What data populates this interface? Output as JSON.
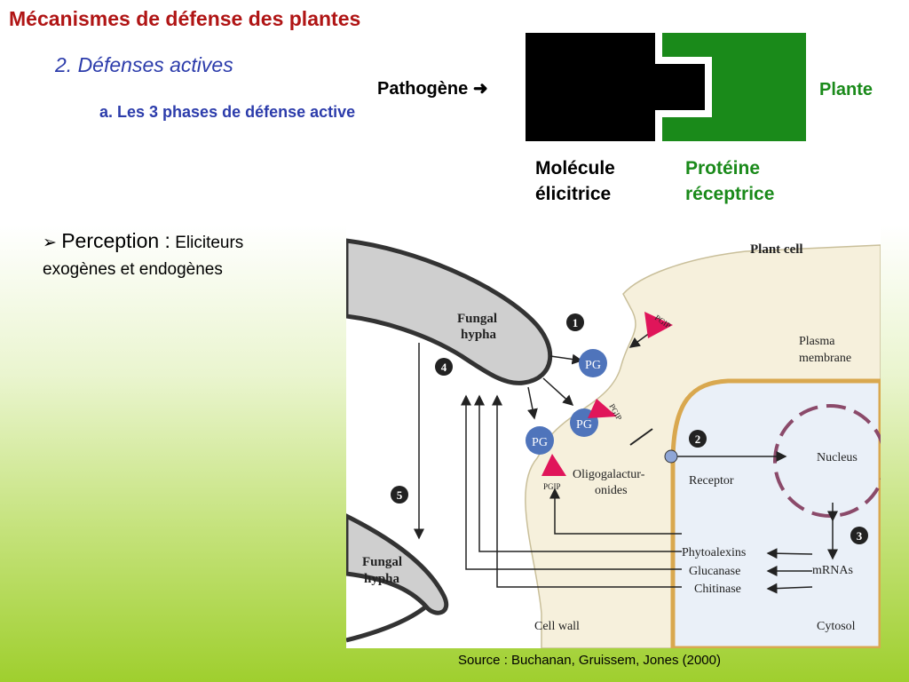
{
  "slide": {
    "title": "Mécanismes de défense des plantes",
    "subtitle": "2. Défenses actives",
    "section": "a. Les 3 phases de défense active"
  },
  "schema": {
    "pathogen_label": "Pathogène",
    "plant_label": "Plante",
    "molecule_label_line1": "Molécule",
    "molecule_label_line2": "élicitrice",
    "protein_label_line1": "Protéine",
    "protein_label_line2": "réceptrice"
  },
  "bullet": {
    "marker": "➢",
    "lead": "Perception :",
    "text_line1": "Eliciteurs",
    "text_line2": "exogènes et endogènes"
  },
  "figure": {
    "plant_cell": "Plant cell",
    "fungal_hypha_top_1": "Fungal",
    "fungal_hypha_top_2": "hypha",
    "fungal_hypha_bottom_1": "Fungal",
    "fungal_hypha_bottom_2": "hypha",
    "plasma_membrane_1": "Plasma",
    "plasma_membrane_2": "membrane",
    "nucleus": "Nucleus",
    "receptor": "Receptor",
    "oligo_1": "Oligogalactur-",
    "oligo_2": "onides",
    "pg": "PG",
    "pgip": "PGIP",
    "phytoalexins": "Phytoalexins",
    "glucanase": "Glucanase",
    "chitinase": "Chitinase",
    "mrnas": "mRNAs",
    "cell_wall": "Cell wall",
    "cytosol": "Cytosol",
    "step1": "1",
    "step2": "2",
    "step3": "3",
    "step4": "4",
    "step5": "5"
  },
  "source": "Source : Buchanan, Gruissem, Jones (2000)",
  "colors": {
    "title": "#b01515",
    "subtitle": "#2c3cab",
    "plant_green": "#1a8a1a",
    "pgip_red": "#e0155a",
    "pg_blue": "#4f74bb"
  }
}
